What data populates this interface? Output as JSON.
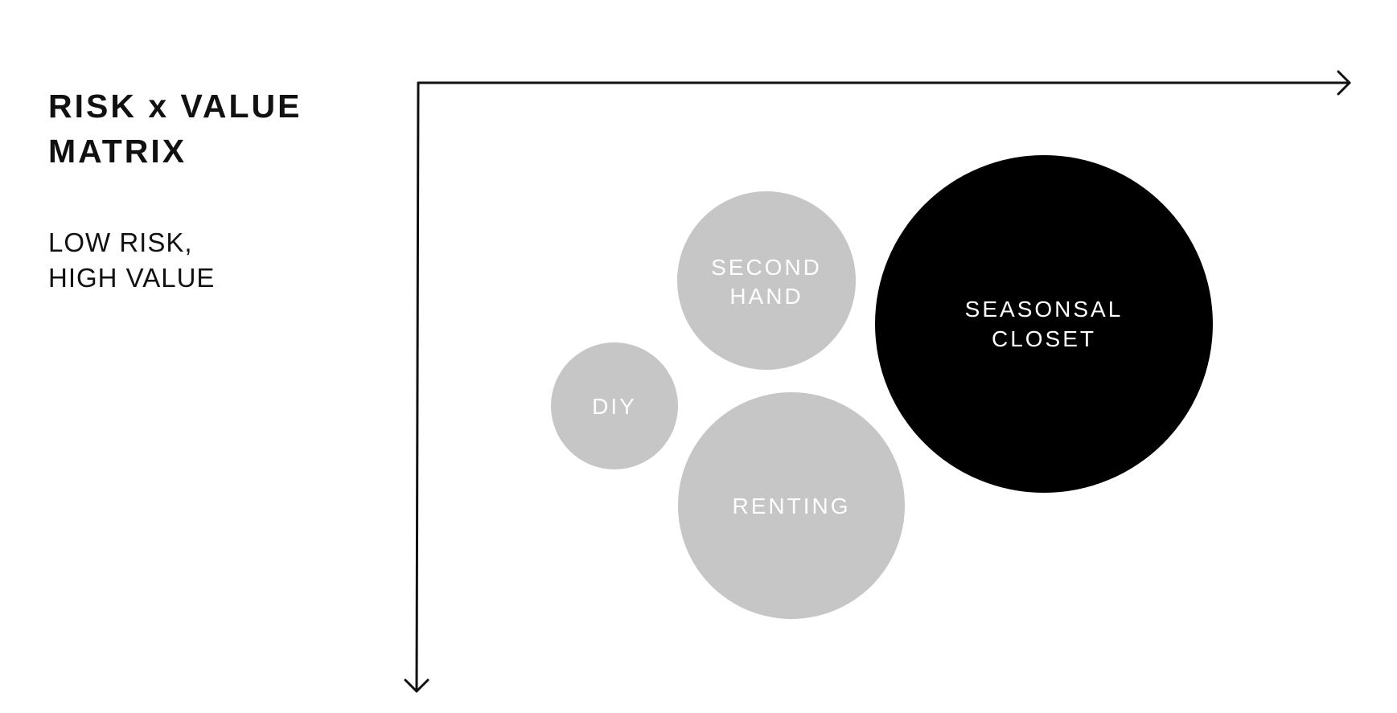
{
  "header": {
    "title_lines": [
      "RISK x VALUE",
      "MATRIX"
    ],
    "subtitle_lines": [
      "LOW RISK,",
      "HIGH VALUE"
    ]
  },
  "colors": {
    "axis": "#111111",
    "bubble_gray": "#c6c6c6",
    "bubble_black": "#000000",
    "bubble_text": "#ffffff"
  },
  "bubbles": [
    {
      "id": "second-hand",
      "label_lines": [
        "SECOND",
        "HAND"
      ],
      "highlight": false
    },
    {
      "id": "diy",
      "label_lines": [
        "DIY"
      ],
      "highlight": false
    },
    {
      "id": "renting",
      "label_lines": [
        "RENTING"
      ],
      "highlight": false
    },
    {
      "id": "seasonsal-closet",
      "label_lines": [
        "SEASONSAL",
        "CLOSET"
      ],
      "highlight": true
    }
  ]
}
